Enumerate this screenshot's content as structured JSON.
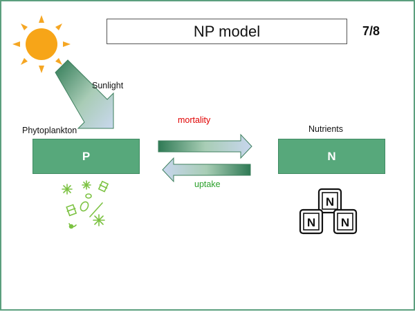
{
  "slide": {
    "title": "NP model",
    "page_number": "7/8"
  },
  "diagram": {
    "sun_label": "Sunlight",
    "phytoplankton": {
      "caption": "Phytoplankton",
      "box_label": "P",
      "color": "#57a87b"
    },
    "nutrients": {
      "caption": "Nutrients",
      "box_label": "N",
      "color": "#57a87b"
    },
    "flows": {
      "mortality_label": "mortality",
      "mortality_color": "#e00000",
      "uptake_label": "uptake",
      "uptake_color": "#2aa02a"
    },
    "nutrient_bag_letter": "N",
    "icons": [
      "sun-icon",
      "phytoplankton-cluster-icon",
      "nutrient-bags-icon"
    ]
  }
}
